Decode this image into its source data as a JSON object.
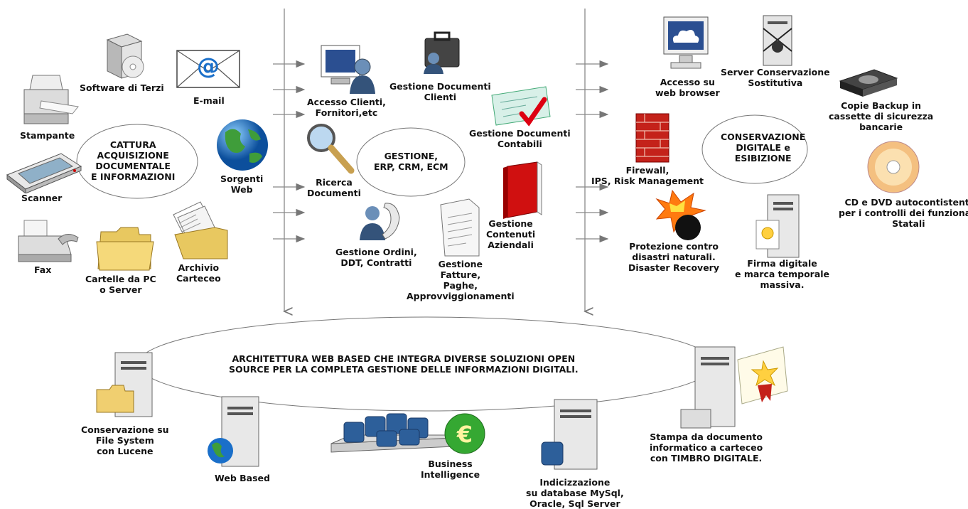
{
  "capture": {
    "title": "CATTURA\nACQUISIZIONE\nDOCUMENTALE\nE INFORMAZIONI",
    "items": {
      "stampante": "Stampante",
      "software": "Software di Terzi",
      "email": "E-mail",
      "scanner": "Scanner",
      "web": "Sorgenti\nWeb",
      "fax": "Fax",
      "cartelle": "Cartelle da PC\no Server",
      "archivio": "Archivio\nCarteceo"
    }
  },
  "management": {
    "title": "GESTIONE,\nERP, CRM, ECM",
    "items": {
      "accesso": "Accesso Clienti,\nFornitori,etc",
      "gest_clienti": "Gestione Documenti\nClienti",
      "gest_contabili": "Gestione Documenti\nContabili",
      "ricerca": "Ricerca\nDocumenti",
      "contenuti": "Gestione\nContenuti\nAziendali",
      "ordini": "Gestione Ordini,\nDDT, Contratti",
      "fatture": "Gestione\nFatture,\nPaghe,\nApprovviggionamenti"
    }
  },
  "conservation": {
    "title": "CONSERVAZIONE\nDIGITALE e\nESIBIZIONE",
    "items": {
      "browser": "Accesso su\nweb browser",
      "server_cons": "Server Conservazione\nSostitutiva",
      "backup": "Copie Backup in\ncassette di sicurezza\nbancarie",
      "firewall": "Firewall,\nIPS, Risk Management",
      "cd": "CD e DVD autocontistenti\nper i controlli dei funzionari\nStatali",
      "disastri": "Protezione contro\ndisastri naturali.\nDisaster Recovery",
      "firma": "Firma digitale\ne marca temporale\nmassiva."
    }
  },
  "architecture": {
    "title": "ARCHITETTURA WEB BASED CHE INTEGRA DIVERSE SOLUZIONI OPEN\nSOURCE PER LA COMPLETA GESTIONE DELLE INFORMAZIONI DIGITALI.",
    "items": {
      "lucene": "Conservazione su\nFile System\ncon Lucene",
      "webbased": "Web Based",
      "bi": "Business\nIntelligence",
      "db": "Indicizzazione\nsu database MySql,\nOracle, Sql Server",
      "stampa": "Stampa da documento\ninformatico a carteceo\ncon TIMBRO DIGITALE."
    }
  }
}
